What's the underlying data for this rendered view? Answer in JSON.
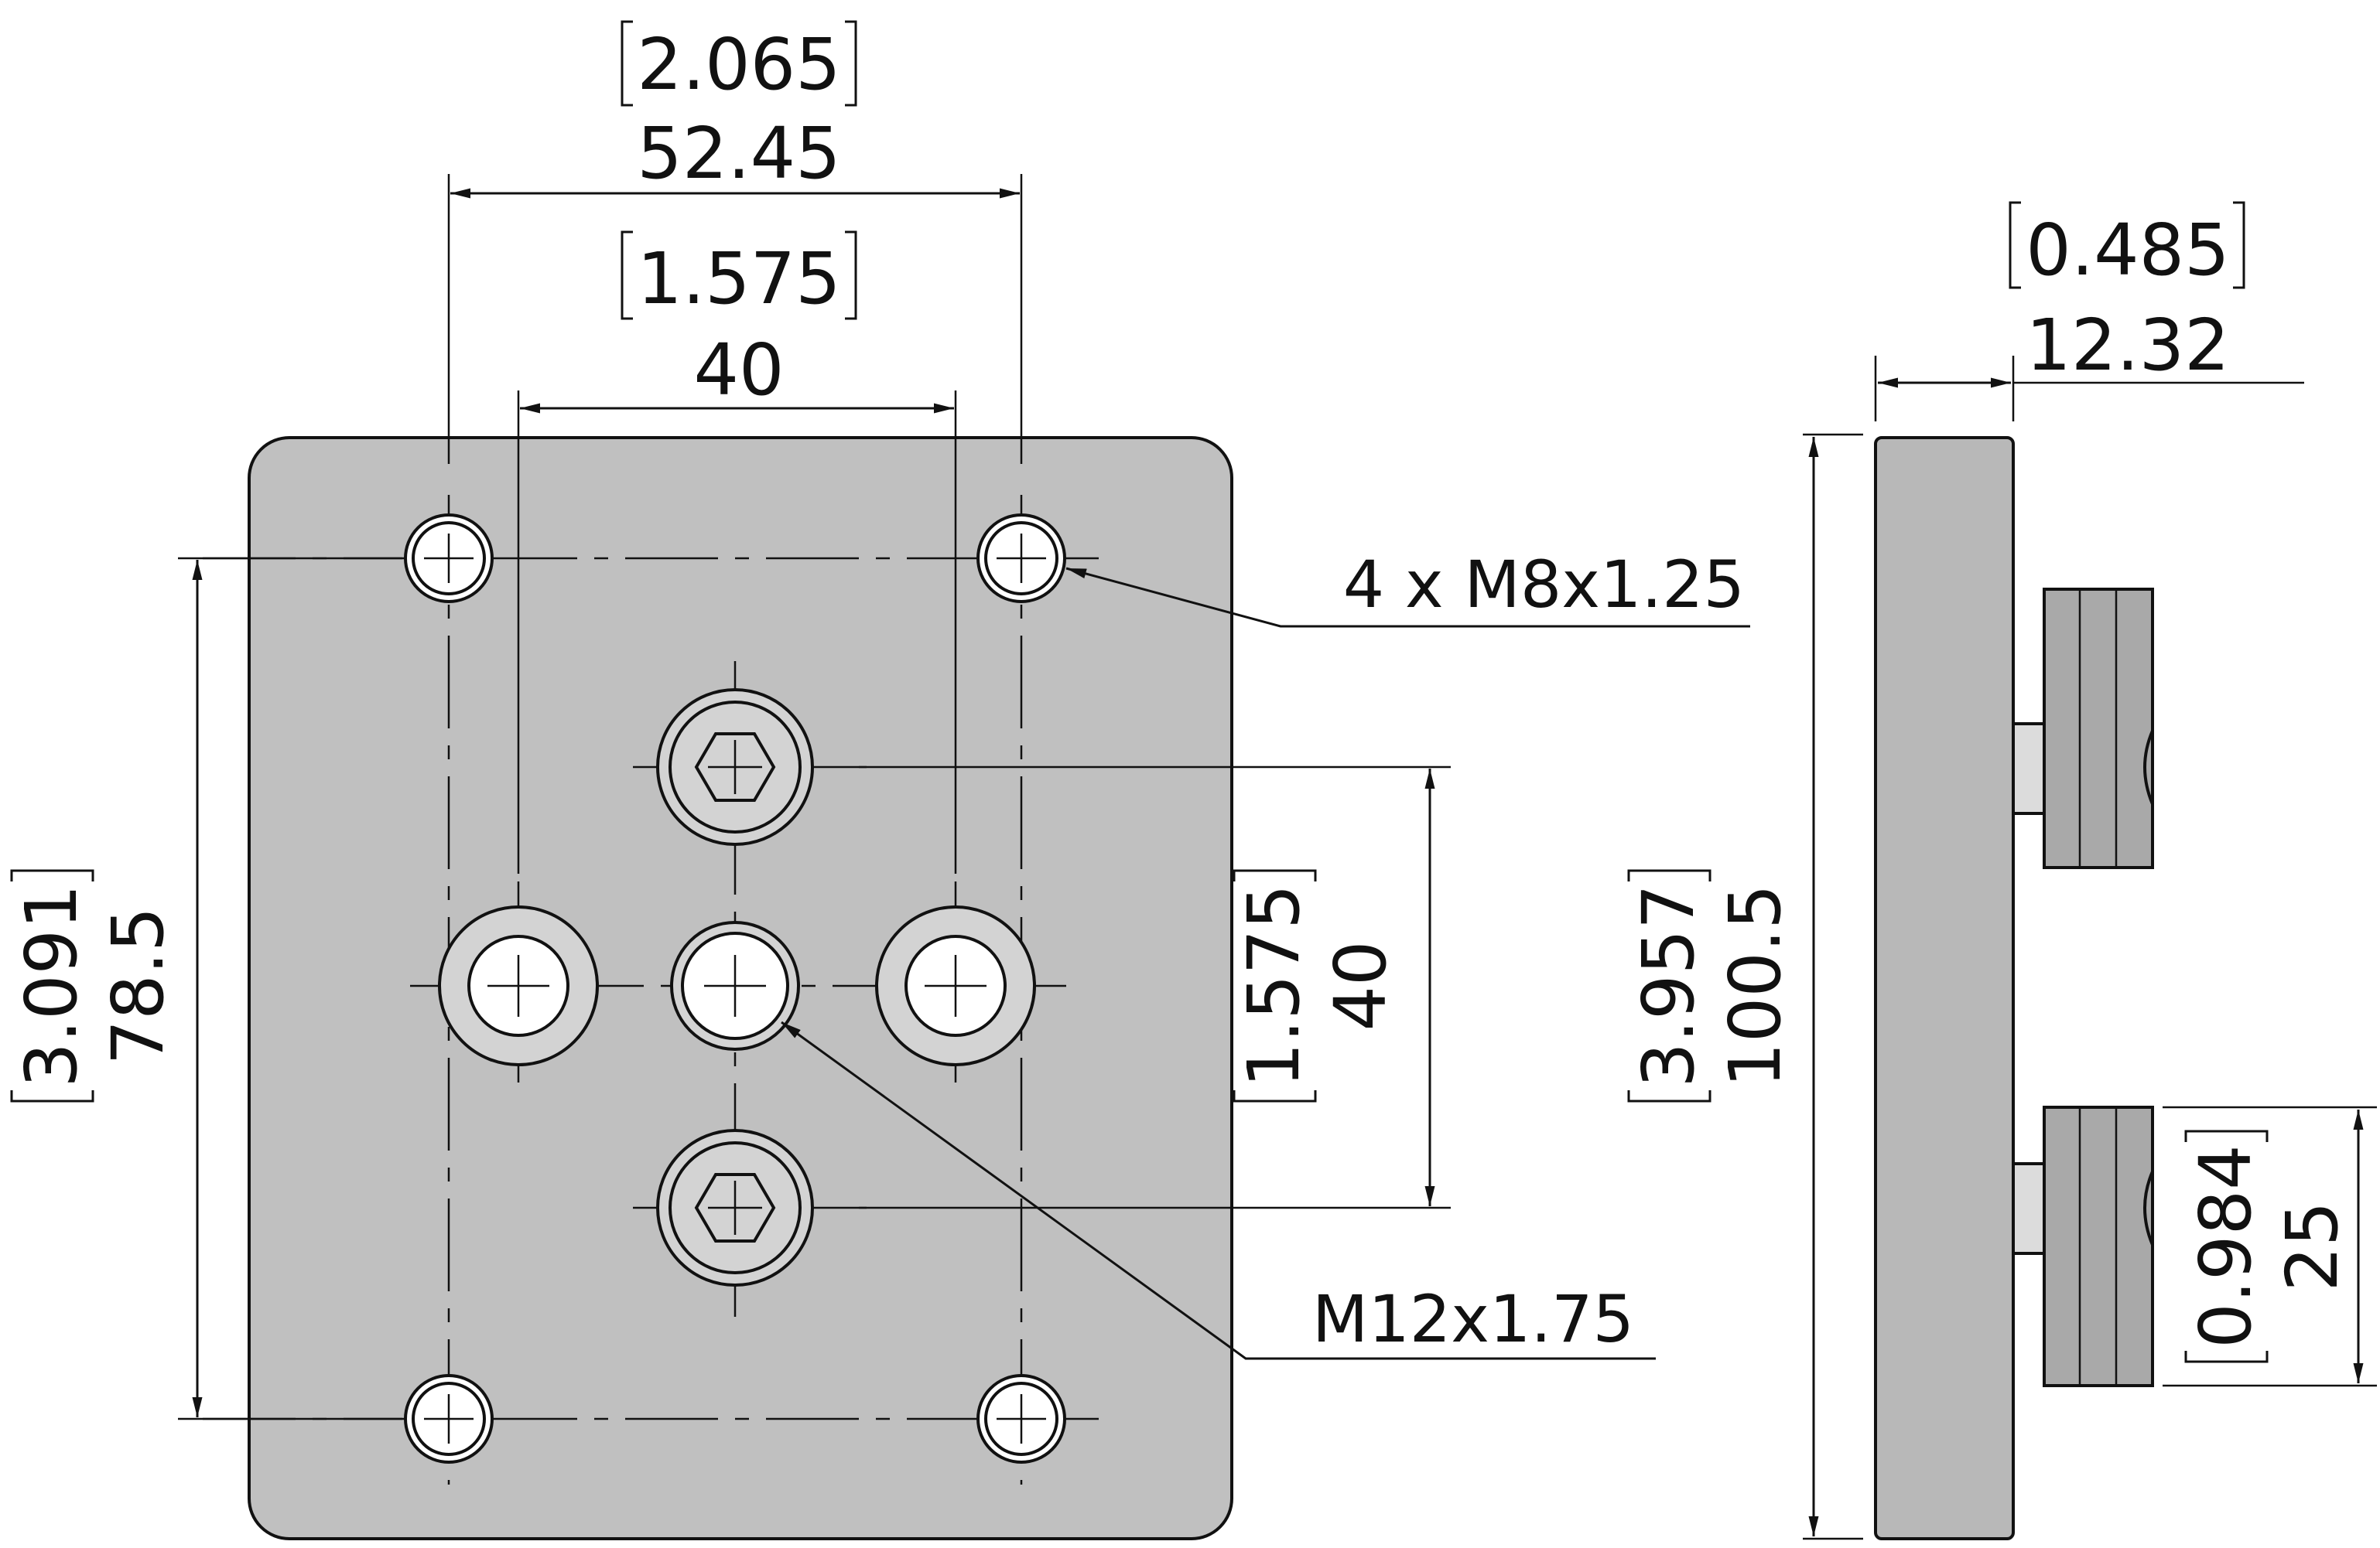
{
  "colors": {
    "plate_fill": "#c0c0c0",
    "side_plate_fill": "#b8b8b8",
    "block_fill": "#a9a9a9",
    "block_stripe": "#8e8e8e",
    "hole_fill": "#ffffff",
    "bolt_fill": "#d3d3d3",
    "line": "#111111"
  },
  "dimensions": {
    "outer_bolt_spacing": {
      "inch": "2.065",
      "mm": "52.45"
    },
    "inner_hole_spacing": {
      "inch": "1.575",
      "mm": "40"
    },
    "vertical_bolt_spacing": {
      "inch": "3.091",
      "mm": "78.5"
    },
    "center_vertical_spacing": {
      "inch": "1.575",
      "mm": "40"
    },
    "plate_height": {
      "inch": "3.957",
      "mm": "100.5"
    },
    "plate_thickness": {
      "inch": "0.485",
      "mm": "12.32"
    },
    "block_height": {
      "inch": "0.984",
      "mm": "25"
    }
  },
  "callouts": {
    "corner_holes": "4 x M8x1.25",
    "center_hole": "M12x1.75"
  },
  "icons": [
    "hex-socket-icon",
    "crosshair-icon"
  ]
}
